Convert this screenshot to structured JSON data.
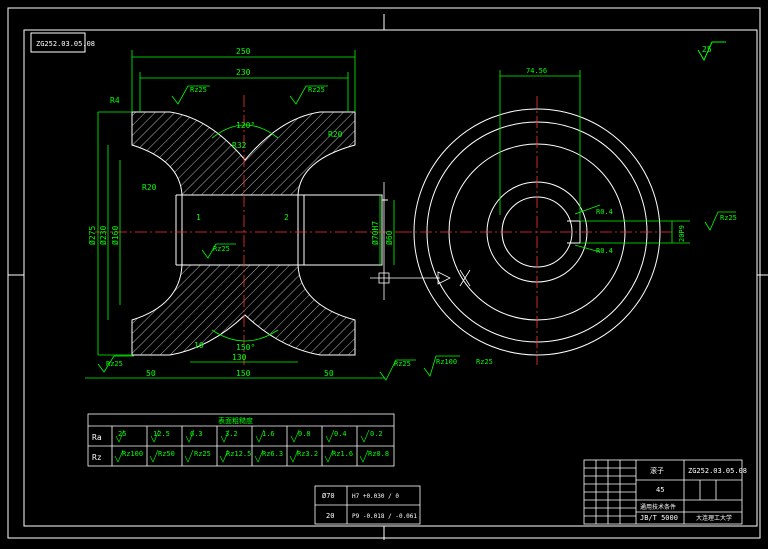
{
  "drawing": {
    "ref_number": "ZG252.03.05.08",
    "angle_top": "120°",
    "angle_bottom": "150°",
    "dims": {
      "d250": "250",
      "d230": "230",
      "d150": "150",
      "d50_left": "50",
      "d50_right": "50",
      "d130": "130",
      "d10": "10",
      "r4": "R4",
      "r20_right": "R20",
      "r20_left": "R20",
      "r32": "R32",
      "phi275": "Ø275",
      "phi230": "Ø230",
      "phi160": "Ø160",
      "phi70": "Ø70H7",
      "phi60": "Ø60",
      "mark1": "1",
      "mark2": "2",
      "d74": "74.56",
      "r04a": "R0.4",
      "r04b": "R0.4",
      "d20": "20P9"
    },
    "rough": {
      "top_left": "Rz25",
      "top_right": "Rz25",
      "bore": "Rz25",
      "bottom_left": "Rz25",
      "side_right": "Rz25",
      "corner_mark": "25",
      "remaining": "Rz25",
      "seq_a": "Rz100",
      "seq_b": "Rz25"
    },
    "table": {
      "title": "表面粗糙度",
      "row_ra_label": "Ra",
      "row_rz_label": "Rz",
      "ra_values": [
        "25",
        "12.5",
        "6.3",
        "3.2",
        "1.6",
        "0.8",
        "0.4",
        "0.2"
      ],
      "rz_values": [
        "Rz100",
        "Rz50",
        "Rz25",
        "Rz12.5",
        "Rz6.3",
        "Rz3.2",
        "Rz1.6",
        "Rz0.8"
      ]
    },
    "fit_table": {
      "r1_size": "Ø70",
      "r1_fit": "H7 +0.030 / 0",
      "r2_size": "20",
      "r2_fit": "P9 -0.018 / -0.061"
    },
    "title_block": {
      "part_name": "滚子",
      "drawing_no": "ZG252.03.05.08",
      "material": "45",
      "std_line1": "通用技术条件",
      "std_line2": "JB/T 5000",
      "company": "大连理工大学"
    }
  }
}
